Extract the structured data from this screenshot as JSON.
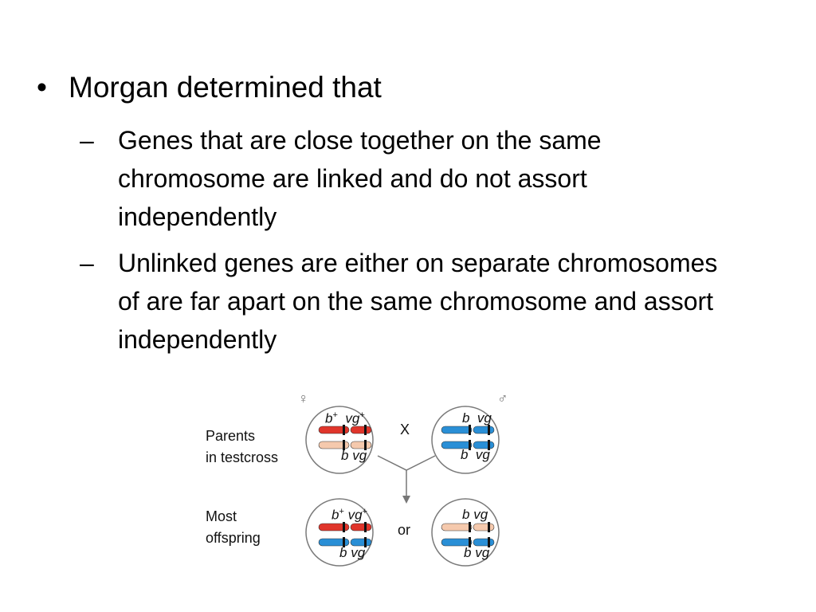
{
  "slide": {
    "bullet_mark": "•",
    "main_bullet": "Morgan determined that",
    "dash_mark": "–",
    "sub_bullets": [
      "Genes that are close together on the same chromosome are linked and do not assort independently",
      "Unlinked genes are either on separate chromosomes of are far apart on the same chromosome and assort independently"
    ]
  },
  "figure": {
    "female_symbol": "♀",
    "male_symbol": "♂",
    "cross_symbol": "X",
    "or_text": "or",
    "row_labels": {
      "parents_line1": "Parents",
      "parents_line2": "in testcross",
      "offspring_line1": "Most",
      "offspring_line2": "offspring"
    },
    "gene_b": "b",
    "gene_vg": "vg",
    "wildtype_mark": "+",
    "colors": {
      "red_chromosome": "#e0352b",
      "pink_chromosome": "#f5c9ad",
      "blue_chromosome": "#2a8fd6",
      "circle_stroke": "#7a7a7a",
      "band": "#111111"
    }
  }
}
